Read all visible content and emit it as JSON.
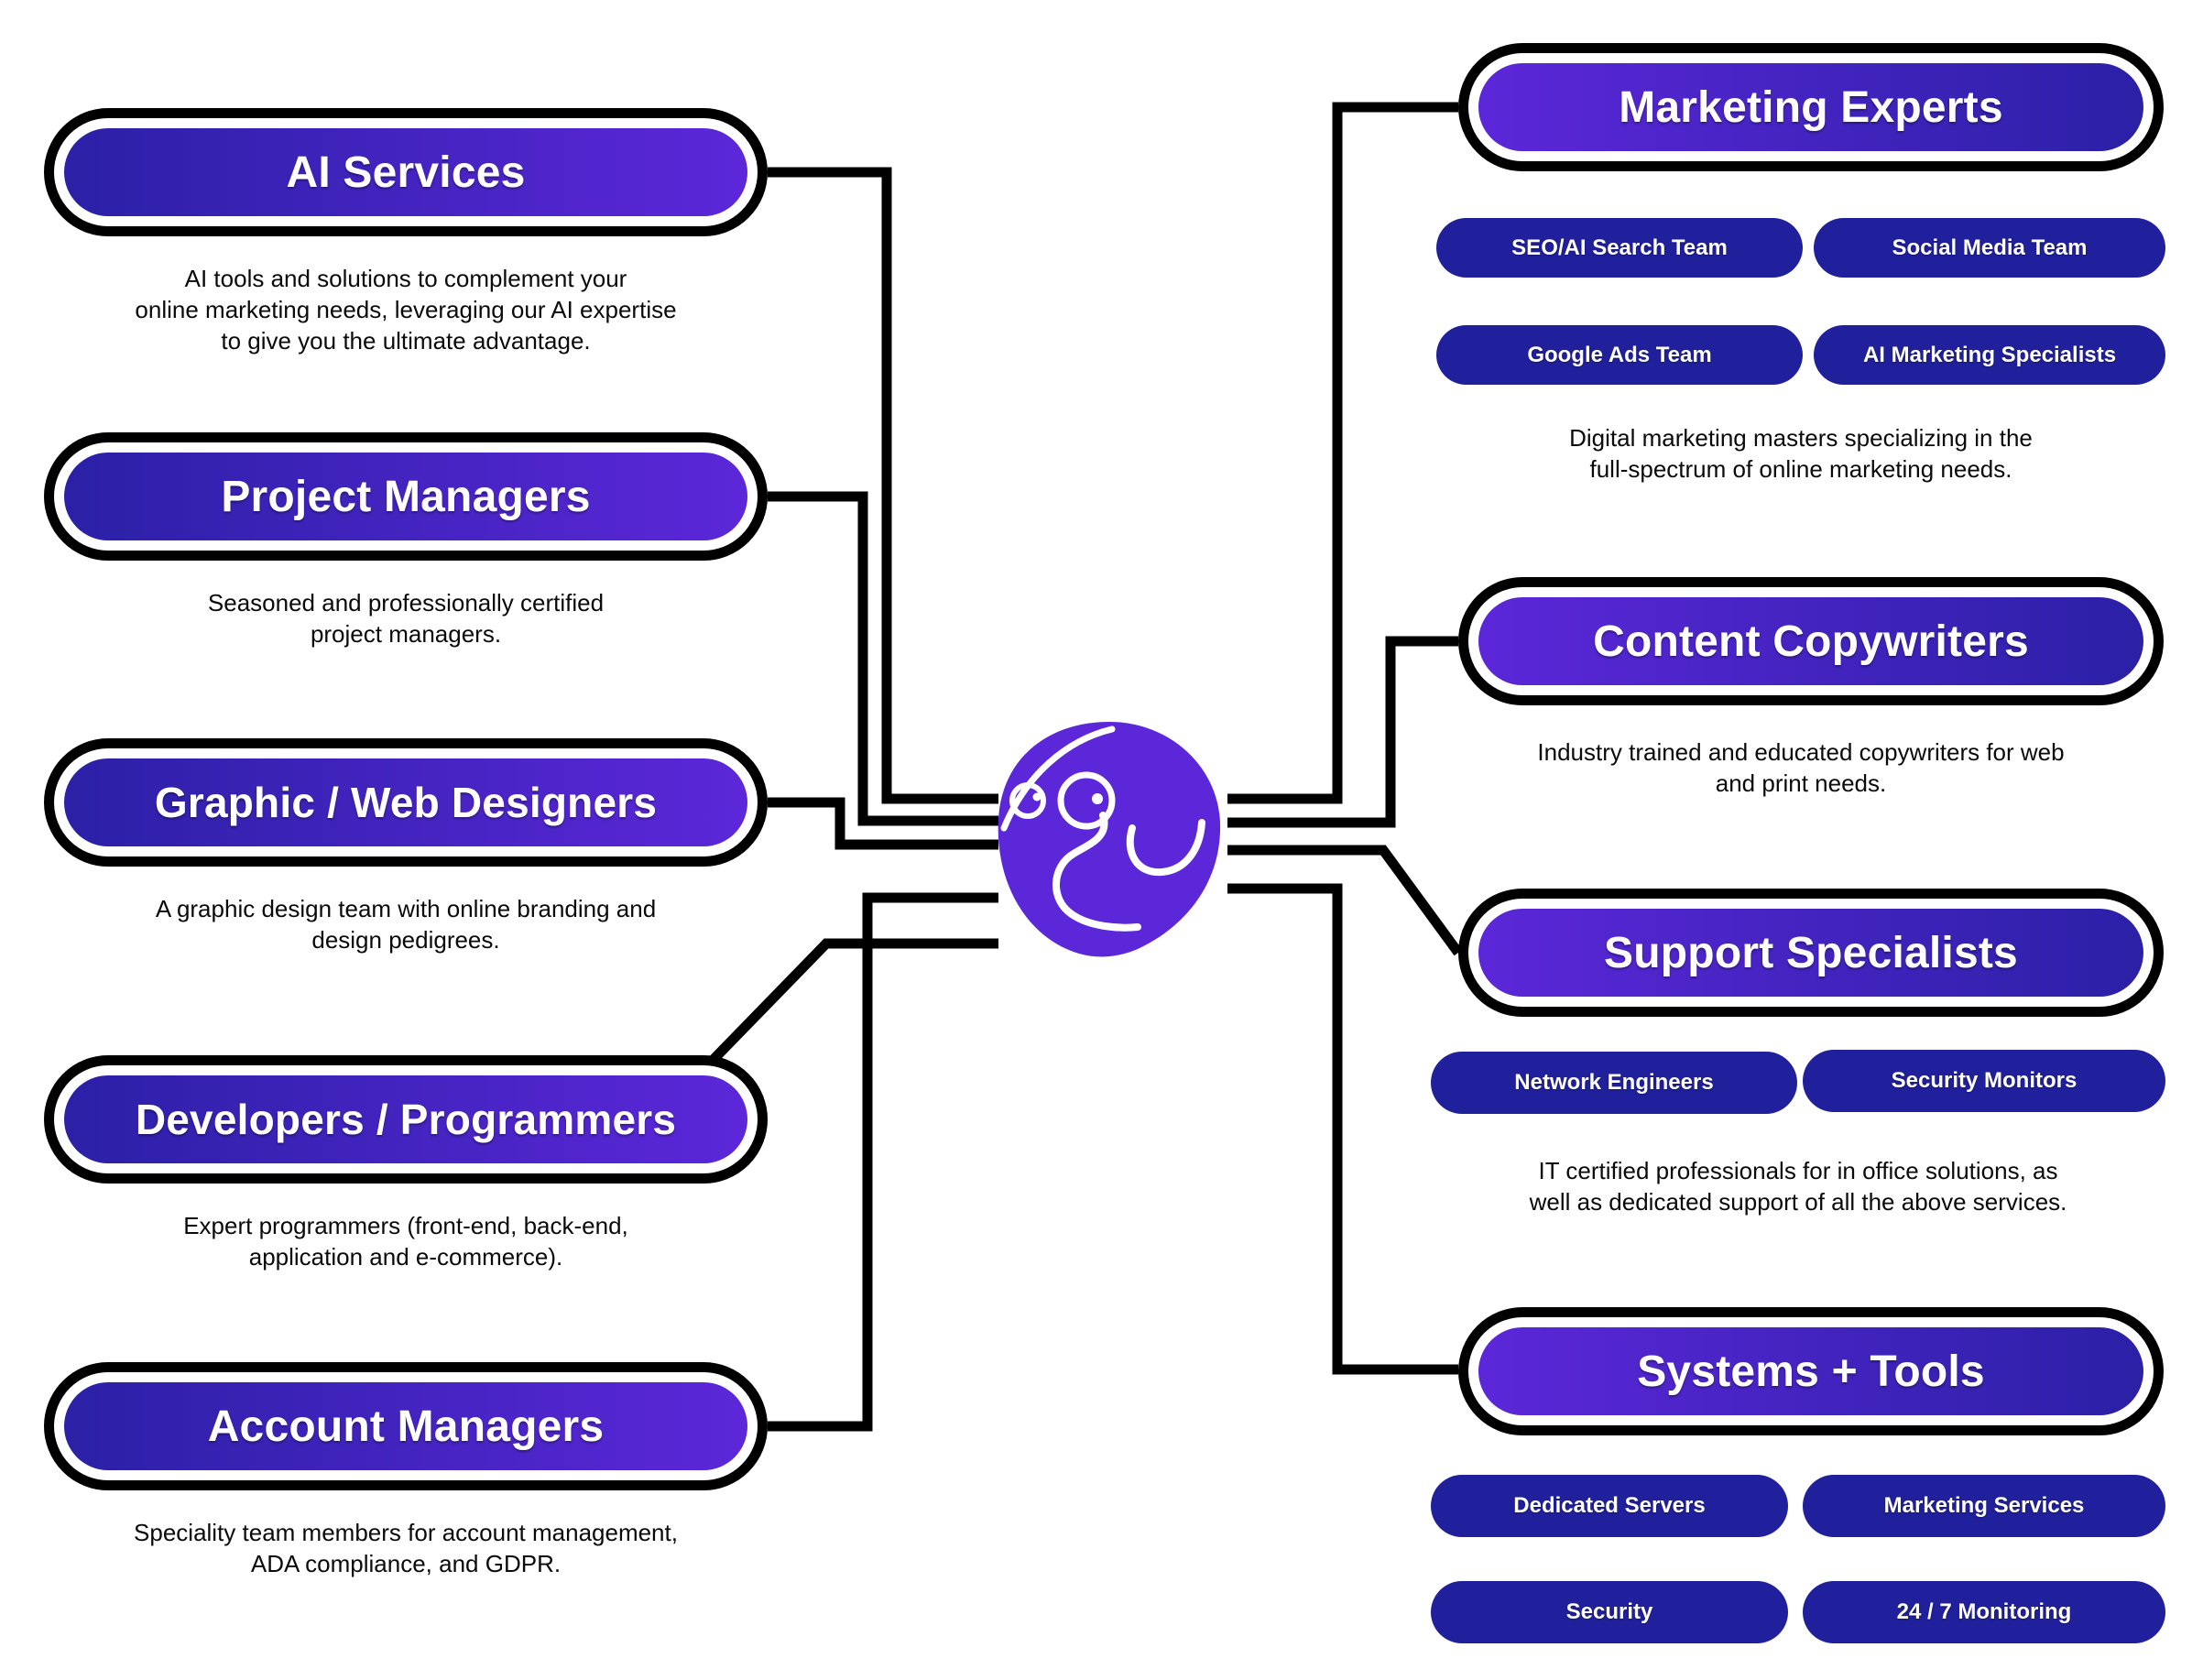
{
  "brand": {
    "logo_icon": "elephant-head-logo",
    "accent_purple": "#5c27d9",
    "accent_blue": "#2b20a6",
    "subpill_blue": "#20209c",
    "outline": "#000000",
    "text_on_pill": "#ffffff"
  },
  "left_branches": [
    {
      "id": "ai-services",
      "title": "AI Services",
      "description": "AI tools and solutions to complement your\nonline marketing needs, leveraging our AI expertise\nto give you the ultimate advantage."
    },
    {
      "id": "project-managers",
      "title": "Project Managers",
      "description": "Seasoned and professionally certified\nproject managers."
    },
    {
      "id": "graphic-web-designers",
      "title": "Graphic / Web Designers",
      "description": "A graphic design team with online branding and\ndesign pedigrees."
    },
    {
      "id": "developers-programmers",
      "title": "Developers / Programmers",
      "description": "Expert programmers (front-end, back-end,\napplication and e-commerce)."
    },
    {
      "id": "account-managers",
      "title": "Account Managers",
      "description": "Speciality team members for account management,\nADA compliance, and GDPR."
    }
  ],
  "right_branches": [
    {
      "id": "marketing-experts",
      "title": "Marketing Experts",
      "teams": [
        "SEO/AI Search Team",
        "Social Media Team",
        "Google Ads Team",
        "AI Marketing Specialists"
      ],
      "description": "Digital marketing masters specializing in the\nfull-spectrum of online marketing needs."
    },
    {
      "id": "content-copywriters",
      "title": "Content Copywriters",
      "teams": [],
      "description": "Industry trained and educated copywriters for web\nand print needs."
    },
    {
      "id": "support-specialists",
      "title": "Support Specialists",
      "teams": [
        "Network Engineers",
        "Security Monitors"
      ],
      "description": "IT certified professionals for in office solutions, as\nwell as dedicated support of all the above services."
    },
    {
      "id": "systems-tools",
      "title": "Systems + Tools",
      "teams": [
        "Dedicated Servers",
        "Marketing Services",
        "Security",
        "24 / 7 Monitoring"
      ],
      "description": ""
    }
  ]
}
